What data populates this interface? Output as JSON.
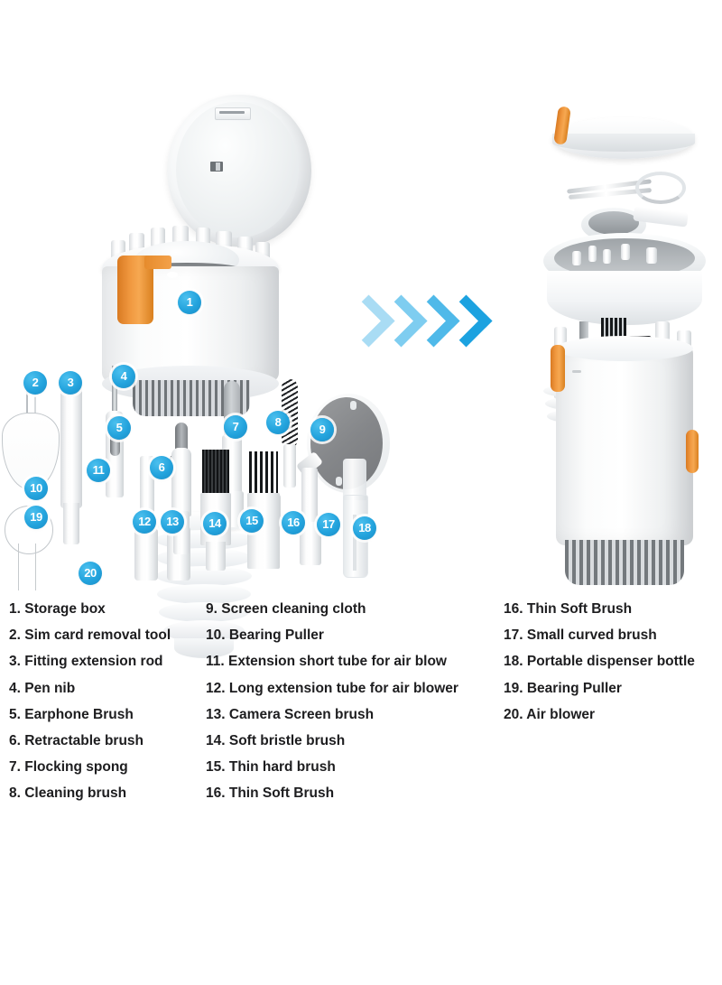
{
  "document": {
    "kind": "product-infographic",
    "title": "20-in-1 Electronics Cleaning Kit parts diagram",
    "background_color": "#ffffff"
  },
  "theme": {
    "badge_blue": "#23a3dd",
    "accent_orange": "#f0983f",
    "plastic_white": "#ffffff",
    "brush_gray": "#8a8c8e",
    "text_color": "#1d1d1f"
  },
  "arrows": {
    "name": "transition-chevrons",
    "count": 4,
    "direction": "right",
    "colors": [
      "#a9dcf4",
      "#7ecdf0",
      "#4fb9e9",
      "#1ca2e0"
    ]
  },
  "figures": {
    "left": {
      "caption_number": "1",
      "description": "Closed storage box with hinged lid open showing tool tops"
    },
    "right": {
      "description": "Exploded view of the cleaning kit: lid, tweezers, tray, tools and brush base"
    }
  },
  "callouts": [
    {
      "n": "1",
      "label": "Storage box"
    },
    {
      "n": "2",
      "label": "Sim card removal tool"
    },
    {
      "n": "3",
      "label": "Fitting extension rod"
    },
    {
      "n": "4",
      "label": "Pen nib"
    },
    {
      "n": "5",
      "label": "Earphone Brush"
    },
    {
      "n": "6",
      "label": "Retractable brush"
    },
    {
      "n": "7",
      "label": "Flocking spong"
    },
    {
      "n": "8",
      "label": "Cleaning brush"
    },
    {
      "n": "9",
      "label": "Screen cleaning cloth"
    },
    {
      "n": "10",
      "label": "Bearing Puller"
    },
    {
      "n": "11",
      "label": "Extension short tube for air blow"
    },
    {
      "n": "12",
      "label": "Long extension tube for air blower"
    },
    {
      "n": "13",
      "label": "Camera Screen brush"
    },
    {
      "n": "14",
      "label": "Soft bristle brush"
    },
    {
      "n": "15",
      "label": "Thin hard brush"
    },
    {
      "n": "16",
      "label": "Thin Soft Brush"
    },
    {
      "n": "17",
      "label": "Small curved brush"
    },
    {
      "n": "18",
      "label": "Portable dispenser bottle"
    },
    {
      "n": "19",
      "label": "Bearing Puller"
    },
    {
      "n": "20",
      "label": "Air blower"
    }
  ],
  "legend": {
    "column1": [
      "1. Storage box",
      "2. Sim card removal tool",
      "3. Fitting extension rod",
      "4. Pen nib",
      "5. Earphone Brush",
      "6. Retractable brush",
      "7. Flocking spong",
      "8. Cleaning brush"
    ],
    "column2": [
      "9. Screen cleaning cloth",
      "10. Bearing Puller",
      "11. Extension short tube for air blow",
      "12. Long extension tube for air blower",
      "13. Camera Screen brush",
      "14. Soft bristle brush",
      "15. Thin hard brush",
      "16. Thin Soft Brush"
    ],
    "column3": [
      "16. Thin Soft Brush",
      "17. Small curved brush",
      "18. Portable dispenser bottle",
      "19. Bearing Puller",
      "20. Air blower"
    ]
  }
}
